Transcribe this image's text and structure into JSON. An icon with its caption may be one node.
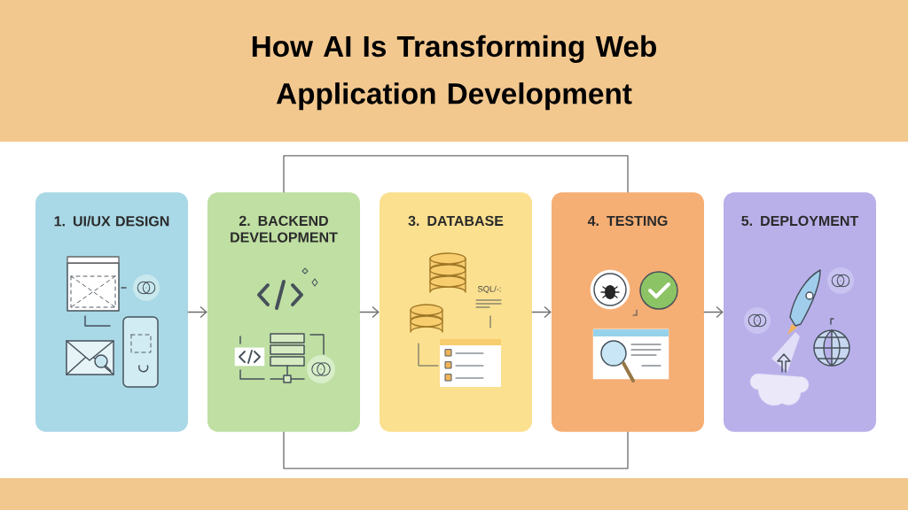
{
  "diagram": {
    "title": "How AI Is Transforming Web Application Development",
    "nodes": [
      {
        "text": [
          "1. UI/UX DESIGN"
        ]
      },
      {
        "text": [
          "2. BACKEND DEVELOPMENT"
        ]
      },
      {
        "text": [
          "3. DATABASE"
        ]
      },
      {
        "text": [
          "4. TESTING"
        ]
      },
      {
        "text": [
          "5. DEPLOYMENT"
        ]
      }
    ],
    "edges": [
      {
        "from": 0,
        "to": 1,
        "arrow": "to"
      },
      {
        "from": 1,
        "to": 2,
        "arrow": "to"
      },
      {
        "from": 2,
        "to": 3,
        "arrow": "to"
      },
      {
        "from": 3,
        "to": 4,
        "arrow": "to"
      },
      {
        "from": 1,
        "to": 3,
        "arrow": "none"
      },
      {
        "from": 1,
        "to": 3,
        "arrow": "none"
      }
    ],
    "labels": [
      "SQL/-:"
    ]
  }
}
